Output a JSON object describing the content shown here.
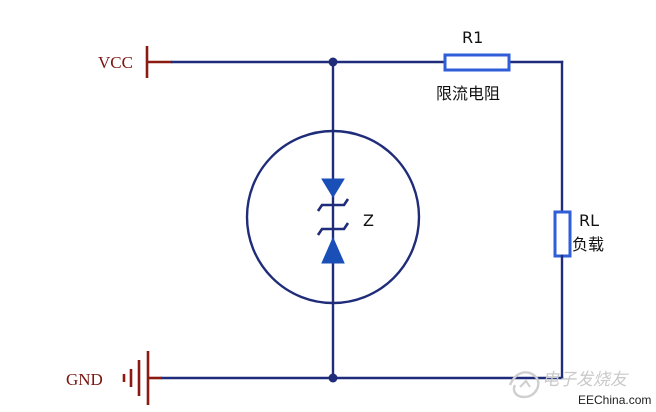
{
  "labels": {
    "vcc": "VCC",
    "gnd": "GND",
    "r1": "R1",
    "r1_desc": "限流电阻",
    "z": "Z",
    "rl": "RL",
    "rl_desc": "负载"
  },
  "watermark": {
    "logo_text": "电子发烧友",
    "site": "EEChina.com"
  },
  "colors": {
    "wire": "#1f2c7a",
    "power_symbol": "#8a1a12",
    "component": "#2f5ed8"
  }
}
